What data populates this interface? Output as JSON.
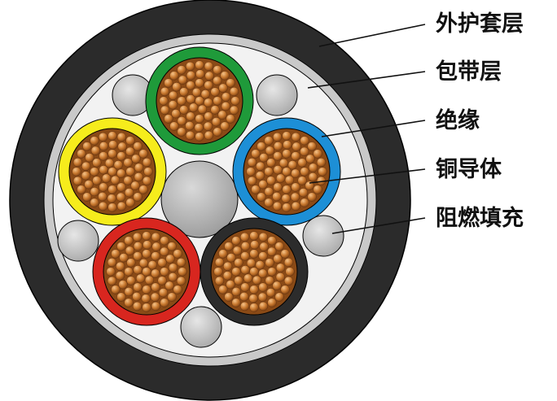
{
  "labels": {
    "outer_sheath": "外护套层",
    "wrapping_tape": "包带层",
    "insulation": "绝缘",
    "copper_conductor": "铜导体",
    "flame_retardant_filler": "阻燃填充"
  },
  "colors": {
    "outer_sheath": "#2b2b2b",
    "wrapping_tape": "#c9c9c9",
    "inner_fill": "#f2f2f2",
    "filler": "#c4c4c4",
    "center_filler": "#b5b5b5",
    "copper": "#c8782e",
    "insulation_green": "#1f9a3a",
    "insulation_yellow": "#f6ec1c",
    "insulation_blue": "#1d8fd6",
    "insulation_red": "#d8261f",
    "insulation_black": "#2c2c2c"
  },
  "cores": [
    {
      "id": "green",
      "color_key": "insulation_green"
    },
    {
      "id": "yellow",
      "color_key": "insulation_yellow"
    },
    {
      "id": "blue",
      "color_key": "insulation_blue"
    },
    {
      "id": "red",
      "color_key": "insulation_red"
    },
    {
      "id": "black",
      "color_key": "insulation_black"
    }
  ]
}
